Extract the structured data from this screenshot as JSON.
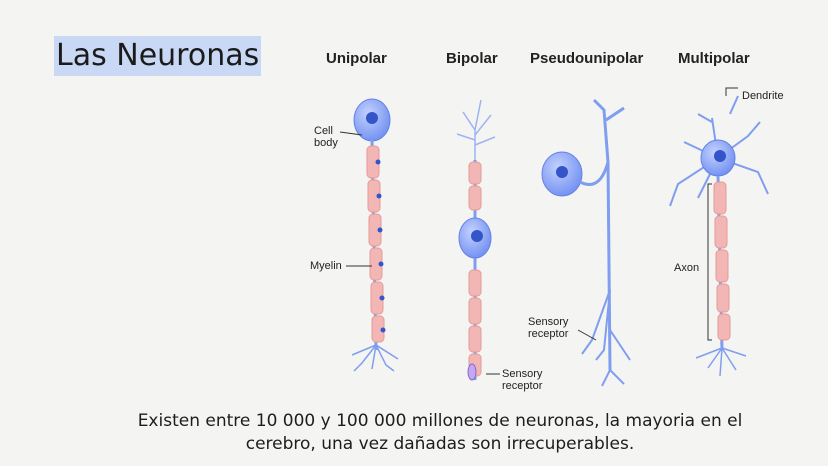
{
  "title": "Las Neuronas",
  "headers": {
    "unipolar": "Unipolar",
    "bipolar": "Bipolar",
    "pseudounipolar": "Pseudounipolar",
    "multipolar": "Multipolar"
  },
  "labels": {
    "cell_body_1": "Cell",
    "cell_body_2": "body",
    "myelin": "Myelin",
    "sensory_receptor_1_a": "Sensory",
    "sensory_receptor_1_b": "receptor",
    "sensory_receptor_2_a": "Sensory",
    "sensory_receptor_2_b": "receptor",
    "dendrite": "Dendrite",
    "axon": "Axon"
  },
  "caption_line1": "Existen entre 10 000 y 100 000 millones de neuronas, la mayoria en el",
  "caption_line2": "cerebro, una vez dañadas son irrecuperables.",
  "colors": {
    "cell": "#7f9ef0",
    "myelin": "#f2b7b4",
    "nucleus": "#3454c9",
    "outline": "#9fb3f2"
  }
}
